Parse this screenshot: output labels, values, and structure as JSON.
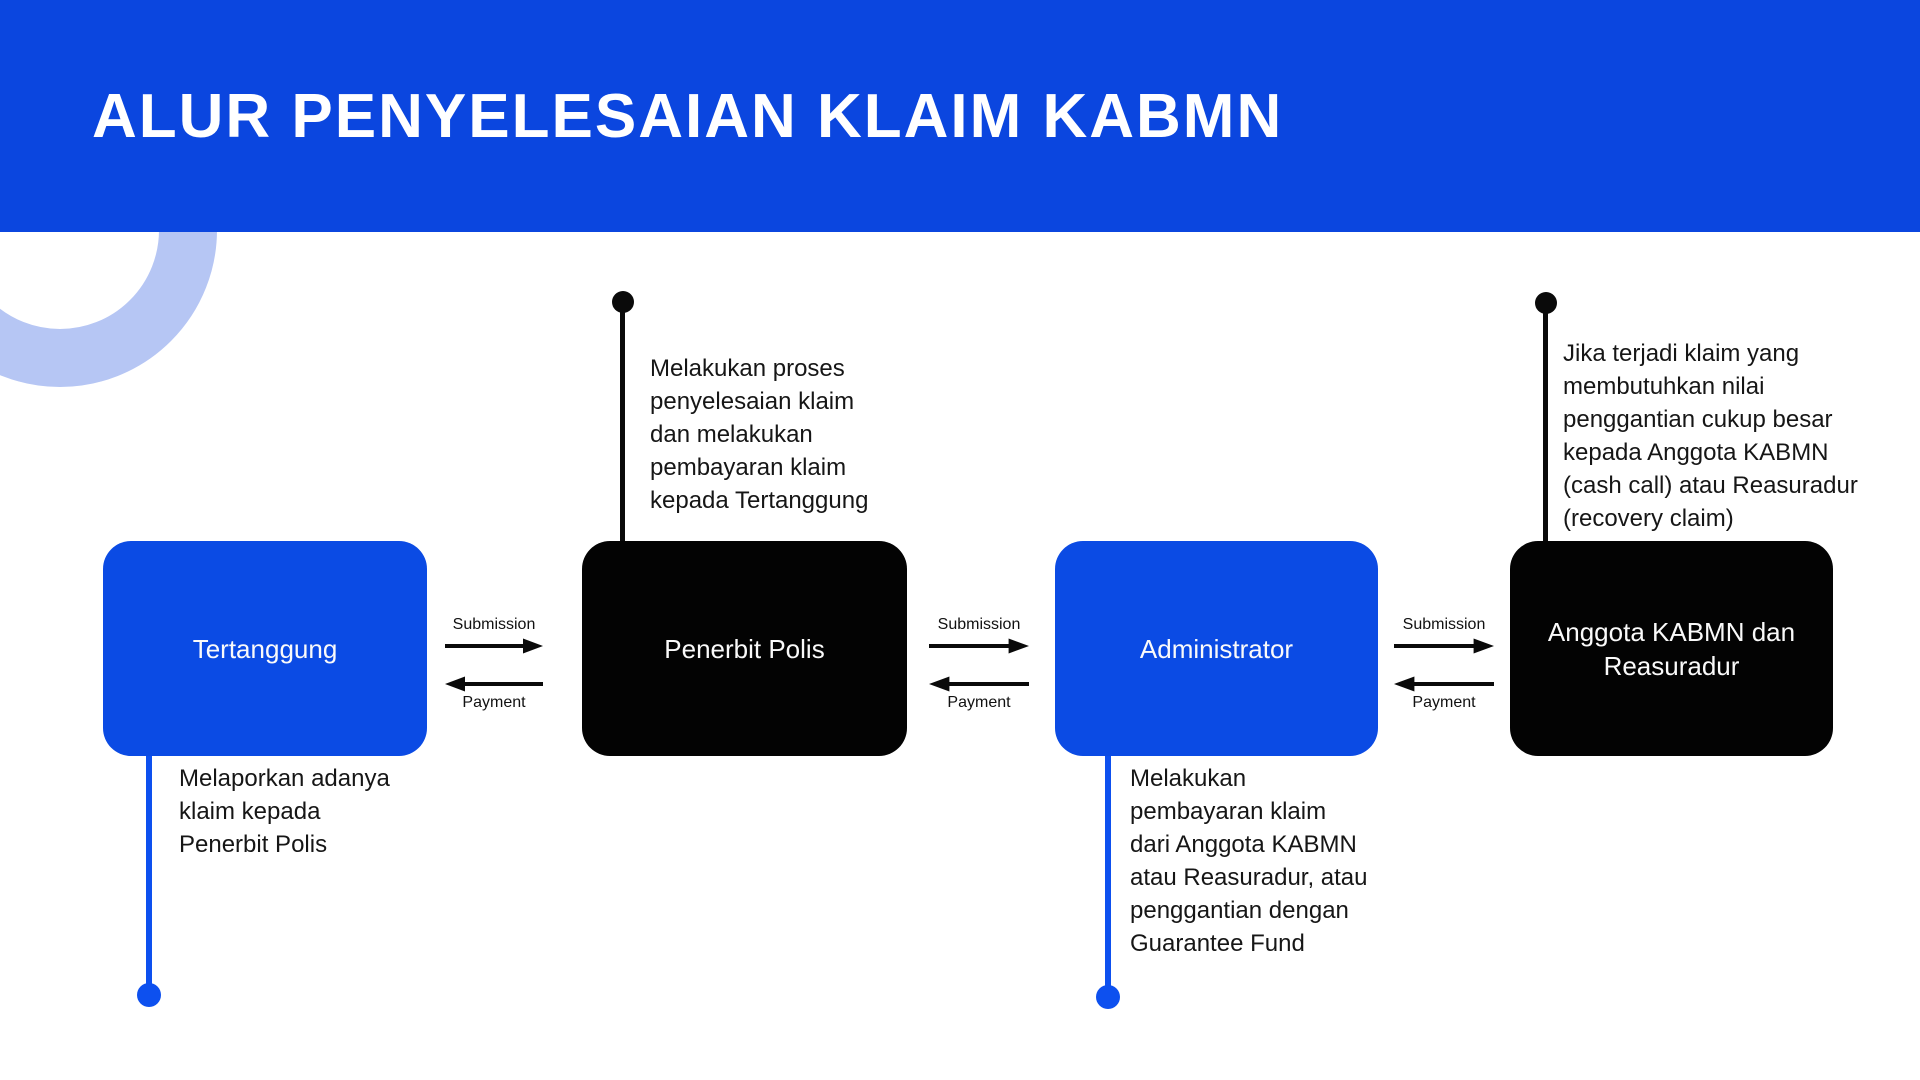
{
  "header": {
    "title": "ALUR PENYELESAIAN KLAIM KABMN"
  },
  "colors": {
    "header_bg": "#0b46df",
    "node_blue": "#0b4be4",
    "node_black": "#030303",
    "connector_blue": "#0d50ef",
    "ring_accent": "#b6c6f4",
    "text_dark": "#161616",
    "text_white": "#ffffff"
  },
  "nodes": [
    {
      "id": "tertanggung",
      "label": "Tertanggung",
      "style": "blue"
    },
    {
      "id": "penerbit-polis",
      "label": "Penerbit Polis",
      "style": "black"
    },
    {
      "id": "administrator",
      "label": "Administrator",
      "style": "blue"
    },
    {
      "id": "anggota-kabmn",
      "label": "Anggota KABMN dan Reasuradur",
      "style": "black",
      "label_lines": [
        "Anggota KABMN dan",
        "Reasuradur"
      ]
    }
  ],
  "connections": [
    {
      "from": "tertanggung",
      "to": "penerbit-polis",
      "forward": "Submission",
      "backward": "Payment"
    },
    {
      "from": "penerbit-polis",
      "to": "administrator",
      "forward": "Submission",
      "backward": "Payment"
    },
    {
      "from": "administrator",
      "to": "anggota-kabmn",
      "forward": "Submission",
      "backward": "Payment"
    }
  ],
  "annotations": {
    "penerbit_polis_top": {
      "text": "Melakukan proses penyelesaian klaim dan melakukan pembayaran klaim kepada Tertanggung",
      "lines": [
        "Melakukan proses",
        "penyelesaian klaim",
        "dan melakukan",
        "pembayaran klaim",
        "kepada Tertanggung"
      ]
    },
    "anggota_kabmn_top": {
      "text": "Jika terjadi klaim yang membutuhkan nilai penggantian cukup besar kepada Anggota KABMN (cash call) atau Reasuradur (recovery claim)",
      "lines": [
        "Jika terjadi klaim yang",
        "membutuhkan nilai",
        "penggantian cukup besar",
        "kepada Anggota KABMN",
        "(cash call) atau Reasuradur",
        "(recovery claim)"
      ]
    },
    "tertanggung_bottom": {
      "text": "Melaporkan adanya klaim kepada Penerbit Polis",
      "lines": [
        "Melaporkan adanya",
        "klaim kepada",
        "Penerbit Polis"
      ]
    },
    "administrator_bottom": {
      "text": "Melakukan pembayaran klaim dari Anggota KABMN atau Reasuradur, atau penggantian dengan Guarantee Fund",
      "lines": [
        "Melakukan",
        "pembayaran klaim",
        "dari Anggota KABMN",
        "atau Reasuradur, atau",
        "penggantian dengan",
        "Guarantee Fund"
      ]
    }
  }
}
